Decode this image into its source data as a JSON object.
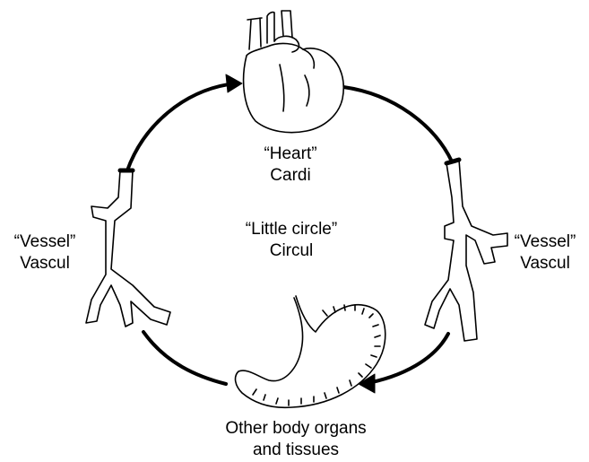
{
  "diagram": {
    "heart": {
      "quote": "“Heart”",
      "term": "Cardi"
    },
    "center": {
      "quote": "“Little circle”",
      "term": "Circul"
    },
    "vessel_left": {
      "quote": "“Vessel”",
      "term": "Vascul"
    },
    "vessel_right": {
      "quote": "“Vessel”",
      "term": "Vascul"
    },
    "organs": {
      "line1": "Other body organs",
      "line2": "and tissues"
    }
  },
  "colors": {
    "ink": "#000000",
    "background": "#ffffff"
  },
  "icons": [
    "heart-icon",
    "blood-vessel-icon",
    "stomach-icon",
    "arrowhead-icon"
  ]
}
